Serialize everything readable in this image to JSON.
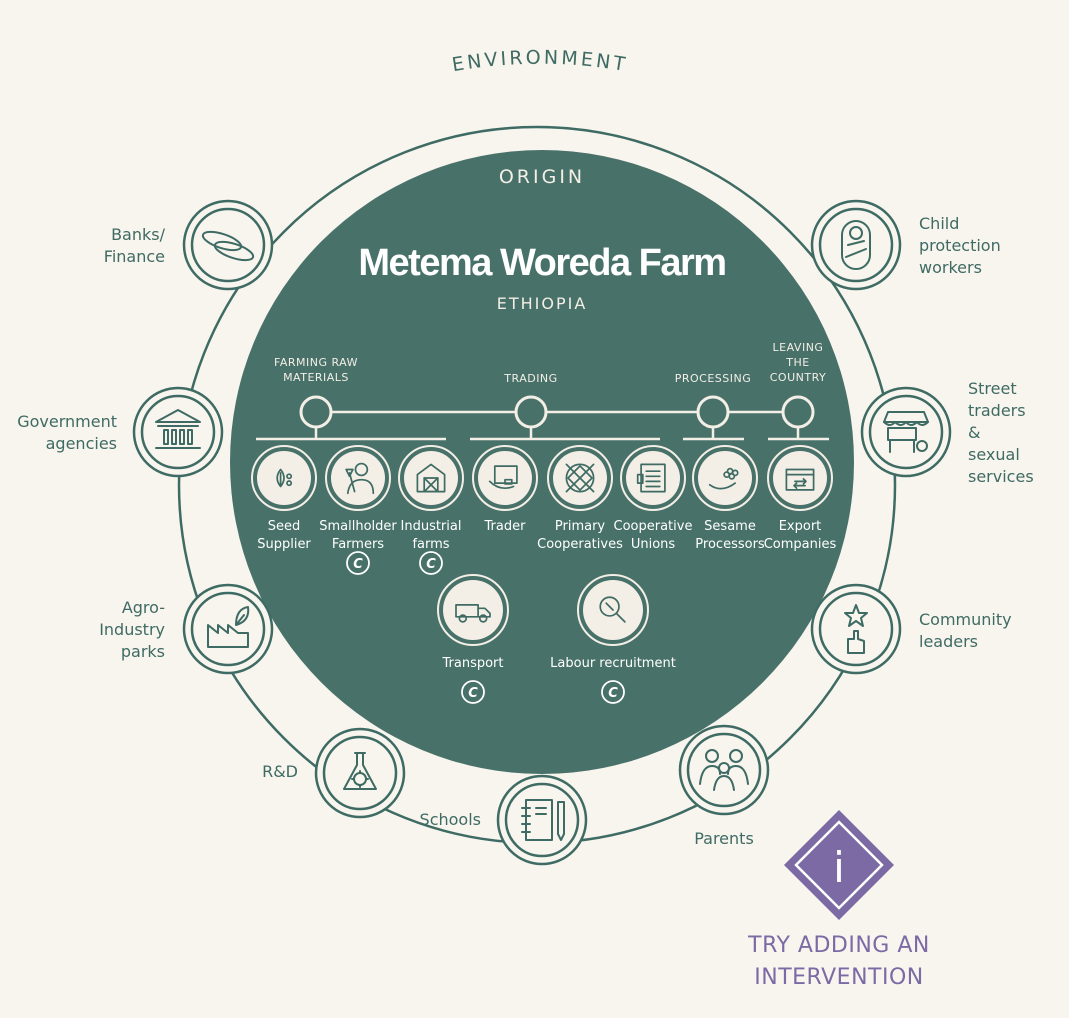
{
  "environment_label": "ENVIRONMENT",
  "origin": {
    "label": "ORIGIN",
    "farm_name": "Metema Woreda Farm",
    "country": "ETHIOPIA"
  },
  "stages": [
    {
      "id": "farming",
      "label_lines": [
        "FARMING RAW",
        "MATERIALS"
      ]
    },
    {
      "id": "trading",
      "label_lines": [
        "TRADING"
      ]
    },
    {
      "id": "processing",
      "label_lines": [
        "PROCESSING"
      ]
    },
    {
      "id": "leaving",
      "label_lines": [
        "LEAVING",
        "THE",
        "COUNTRY"
      ]
    }
  ],
  "actors": [
    {
      "id": "seed-supplier",
      "label_lines": [
        "Seed",
        "Supplier"
      ],
      "icon": "seed-icon",
      "flag": ""
    },
    {
      "id": "smallholder-farmers",
      "label_lines": [
        "Smallholder",
        "Farmers"
      ],
      "icon": "farmer-icon",
      "flag": "C"
    },
    {
      "id": "industrial-farms",
      "label_lines": [
        "Industrial",
        "farms"
      ],
      "icon": "barn-icon",
      "flag": "C"
    },
    {
      "id": "trader",
      "label_lines": [
        "Trader"
      ],
      "icon": "trader-icon",
      "flag": ""
    },
    {
      "id": "primary-cooperatives",
      "label_lines": [
        "Primary",
        "Cooperatives"
      ],
      "icon": "cooperative-icon",
      "flag": ""
    },
    {
      "id": "cooperative-unions",
      "label_lines": [
        "Cooperative",
        "Unions"
      ],
      "icon": "union-icon",
      "flag": ""
    },
    {
      "id": "sesame-processors",
      "label_lines": [
        "Sesame",
        "Processors"
      ],
      "icon": "sesame-icon",
      "flag": ""
    },
    {
      "id": "export-companies",
      "label_lines": [
        "Export",
        "Companies"
      ],
      "icon": "export-box-icon",
      "flag": ""
    },
    {
      "id": "transport",
      "label_lines": [
        "Transport"
      ],
      "icon": "truck-icon",
      "flag": "C"
    },
    {
      "id": "labour-recruitment",
      "label_lines": [
        "Labour recruitment"
      ],
      "icon": "magnifier-icon",
      "flag": "C"
    }
  ],
  "environment_nodes": [
    {
      "id": "banks-finance",
      "label_lines": [
        "Banks/",
        "Finance"
      ],
      "icon": "coins-icon"
    },
    {
      "id": "government-agencies",
      "label_lines": [
        "Government",
        "agencies"
      ],
      "icon": "government-building-icon"
    },
    {
      "id": "agro-industry-parks",
      "label_lines": [
        "Agro-",
        "Industry",
        "parks"
      ],
      "icon": "factory-leaf-icon"
    },
    {
      "id": "r-and-d",
      "label_lines": [
        "R&D"
      ],
      "icon": "flask-gear-icon"
    },
    {
      "id": "schools",
      "label_lines": [
        "Schools"
      ],
      "icon": "notebook-icon"
    },
    {
      "id": "parents",
      "label_lines": [
        "Parents"
      ],
      "icon": "family-icon"
    },
    {
      "id": "community-leaders",
      "label_lines": [
        "Community",
        "leaders"
      ],
      "icon": "leader-star-icon"
    },
    {
      "id": "street-traders",
      "label_lines": [
        "Street",
        "traders",
        "&",
        "sexual",
        "services"
      ],
      "icon": "market-stall-icon"
    },
    {
      "id": "child-protection",
      "label_lines": [
        "Child",
        "protection",
        "workers"
      ],
      "icon": "baby-icon"
    }
  ],
  "intervention": {
    "icon_letter": "i",
    "label_lines": [
      "TRY ADDING AN",
      "INTERVENTION"
    ]
  },
  "colors": {
    "background": "#f8f4ee",
    "teal": "#487269",
    "line": "#3e6b63",
    "cream": "#f3eee6",
    "purple": "#7c6aa5"
  }
}
